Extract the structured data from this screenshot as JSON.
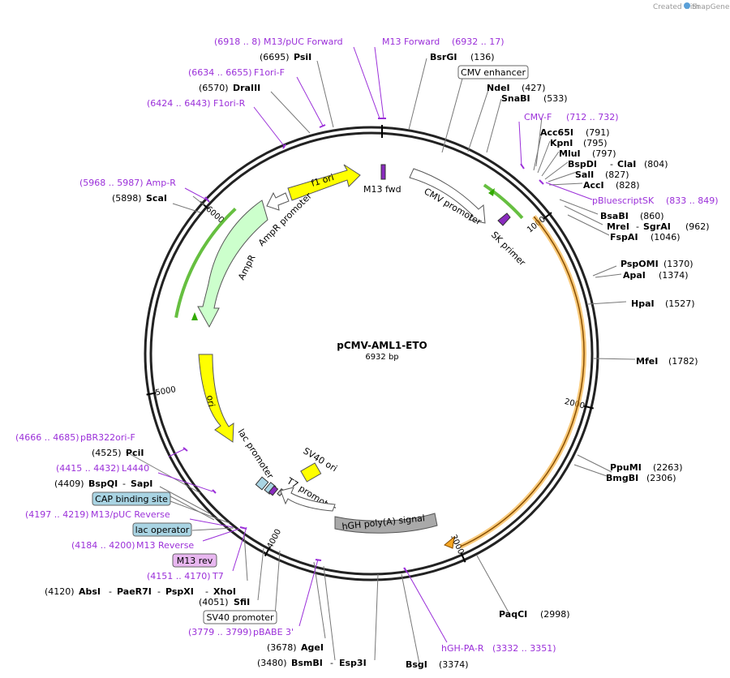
{
  "credit": {
    "prefix": "Created with",
    "brand": "SnapGene"
  },
  "plasmid": {
    "name": "pCMV-AML1-ETO",
    "size": "6932 bp",
    "total_bp": 6932
  },
  "ticks": [
    {
      "bp": 1000,
      "label": "1000"
    },
    {
      "bp": 2000,
      "label": "2000"
    },
    {
      "bp": 3000,
      "label": "3000"
    },
    {
      "bp": 4000,
      "label": "4000"
    },
    {
      "bp": 5000,
      "label": "5000"
    },
    {
      "bp": 6000,
      "label": "6000"
    }
  ],
  "enzymes": [
    {
      "name": "PsiI",
      "pos": "(6695)"
    },
    {
      "name": "DraIII",
      "pos": "(6570)"
    },
    {
      "name": "ScaI",
      "pos": "(5898)"
    },
    {
      "name": "PciI",
      "pos": "(4525)"
    },
    {
      "name": "BspQI",
      "extra": "SapI",
      "pos": "(4409)"
    },
    {
      "name": "AbsI",
      "extra": "PaeR7I",
      "extra2": "PspXI",
      "extra3": "XhoI",
      "pos": "(4120)"
    },
    {
      "name": "SfiI",
      "pos": "(4051)"
    },
    {
      "name": "AgeI",
      "pos": "(3678)"
    },
    {
      "name": "BsmBI",
      "extra": "Esp3I",
      "pos": "(3480)"
    },
    {
      "name": "BsgI",
      "pos": "(3374)"
    },
    {
      "name": "PaqCI",
      "pos": "(2998)"
    },
    {
      "name": "PpuMI",
      "pos": "(2263)"
    },
    {
      "name": "BmgBI",
      "pos": "(2306)"
    },
    {
      "name": "MfeI",
      "pos": "(1782)"
    },
    {
      "name": "HpaI",
      "pos": "(1527)"
    },
    {
      "name": "PspOMI",
      "pos": "(1370)"
    },
    {
      "name": "ApaI",
      "pos": "(1374)"
    },
    {
      "name": "FspAI",
      "pos": "(1046)"
    },
    {
      "name": "MreI",
      "extra": "SgrAI",
      "pos": "(962)"
    },
    {
      "name": "BsaBI",
      "pos": "(860)"
    },
    {
      "name": "AccI",
      "pos": "(828)"
    },
    {
      "name": "SalI",
      "pos": "(827)"
    },
    {
      "name": "BspDI",
      "extra": "ClaI",
      "pos": "(804)"
    },
    {
      "name": "MluI",
      "pos": "(797)"
    },
    {
      "name": "KpnI",
      "pos": "(795)"
    },
    {
      "name": "Acc65I",
      "pos": "(791)"
    },
    {
      "name": "SnaBI",
      "pos": "(533)"
    },
    {
      "name": "NdeI",
      "pos": "(427)"
    },
    {
      "name": "BsrGI",
      "pos": "(136)"
    }
  ],
  "primers": [
    {
      "name": "M13/pUC Forward",
      "range": "(6918 .. 8)"
    },
    {
      "name": "M13 Forward",
      "range": "(6932 .. 17)"
    },
    {
      "name": "F1ori-F",
      "range": "(6634 .. 6655)"
    },
    {
      "name": "F1ori-R",
      "range": "(6424 .. 6443)"
    },
    {
      "name": "Amp-R",
      "range": "(5968 .. 5987)"
    },
    {
      "name": "pBR322ori-F",
      "range": "(4666 .. 4685)"
    },
    {
      "name": "L4440",
      "range": "(4415 .. 4432)"
    },
    {
      "name": "M13/pUC Reverse",
      "range": "(4197 .. 4219)"
    },
    {
      "name": "M13 Reverse",
      "range": "(4184 .. 4200)"
    },
    {
      "name": "T7",
      "range": "(4151 .. 4170)"
    },
    {
      "name": "pBABE 3'",
      "range": "(3779 .. 3799)"
    },
    {
      "name": "hGH-PA-R",
      "range": "(3332 .. 3351)"
    },
    {
      "name": "CMV-F",
      "range": "(712 .. 732)"
    },
    {
      "name": "pBluescriptSK",
      "range": "(833 .. 849)"
    }
  ],
  "boxed_features": [
    {
      "name": "CMV enhancer"
    },
    {
      "name": "CAP binding site"
    },
    {
      "name": "lac operator"
    },
    {
      "name": "M13 rev"
    },
    {
      "name": "SV40 promoter"
    }
  ],
  "map_features": [
    {
      "name": "f1 ori"
    },
    {
      "name": "AmpR promoter"
    },
    {
      "name": "AmpR"
    },
    {
      "name": "ori"
    },
    {
      "name": "lac promoter"
    },
    {
      "name": "T7 promoter"
    },
    {
      "name": "SV40 ori"
    },
    {
      "name": "hGH poly(A) signal"
    },
    {
      "name": "CMV promoter"
    },
    {
      "name": "SK primer"
    },
    {
      "name": "M13 fwd"
    }
  ],
  "colors": {
    "primer": "#9B30D9",
    "orf_yellow": "#FFFF00",
    "amp_green": "#CCFFCC",
    "insert_orange": "#F5A623",
    "green_arc": "#33AA00",
    "box_teal": "#A9D4E3",
    "box_pink": "#E8B7F0"
  }
}
